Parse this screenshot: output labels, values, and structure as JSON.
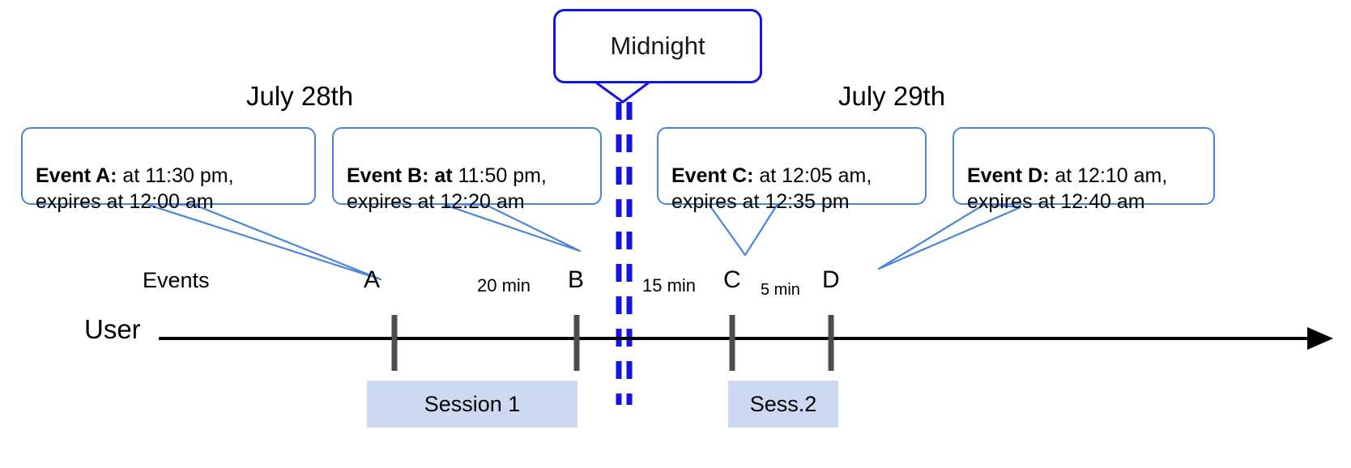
{
  "diagram": {
    "title": "Event expiry across midnight timeline",
    "colors": {
      "callout_border": "#4a86d8",
      "midnight_border": "#1515e0",
      "midnight_dash": "#1515e0",
      "session_fill": "#ccd9f0",
      "axis": "#000000",
      "tick": "#4d4d4d"
    }
  },
  "midnight": {
    "label": "Midnight"
  },
  "days": [
    {
      "label": "July 28th"
    },
    {
      "label": "July 29th"
    }
  ],
  "rows": {
    "events_label": "Events",
    "user_label": "User"
  },
  "callouts": [
    {
      "id": "event-a",
      "title": "Event A:",
      "title_bold_extra": "",
      "line1_rest": " at 11:30 pm,",
      "line2": "expires at 12:00 am"
    },
    {
      "id": "event-b",
      "title": "Event B:",
      "title_bold_extra": " at",
      "line1_rest": " 11:50 pm,",
      "line2": "expires at 12:20 am"
    },
    {
      "id": "event-c",
      "title": "Event C:",
      "title_bold_extra": "",
      "line1_rest": " at 12:05 am,",
      "line2": "expires at 12:35 pm"
    },
    {
      "id": "event-d",
      "title": "Event D:",
      "title_bold_extra": "",
      "line1_rest": "  at 12:10 am,",
      "line2": "expires at 12:40 am"
    }
  ],
  "ticks": [
    {
      "id": "tick-a",
      "label": "A"
    },
    {
      "id": "tick-b",
      "label": "B"
    },
    {
      "id": "tick-c",
      "label": "C"
    },
    {
      "id": "tick-d",
      "label": "D"
    }
  ],
  "gaps": [
    {
      "id": "gap-ab",
      "label": "20 min"
    },
    {
      "id": "gap-bc",
      "label": "15 min"
    },
    {
      "id": "gap-cd",
      "label": "5 min"
    }
  ],
  "sessions": [
    {
      "id": "session-1",
      "label": "Session 1"
    },
    {
      "id": "session-2",
      "label": "Sess.2"
    }
  ]
}
